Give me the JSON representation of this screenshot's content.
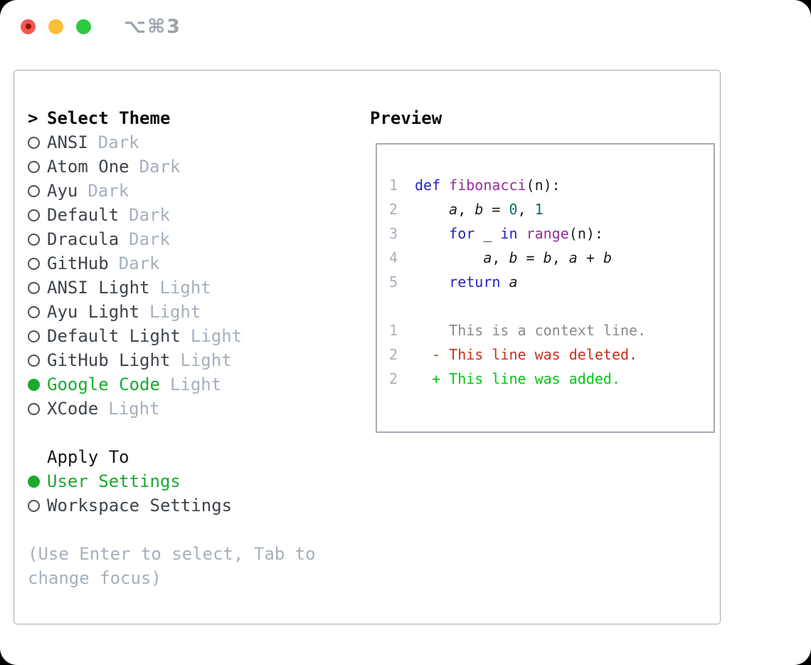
{
  "window": {
    "shortcut": "⌥⌘3"
  },
  "colors": {
    "accent_green": "#1baa2f",
    "added_green": "#00c714",
    "deleted_red": "#c5311d",
    "keyword_blue": "#2323c8",
    "function_purple": "#962d96",
    "literal_teal": "#0b6a66",
    "muted_gray": "#a6b0bd",
    "text_dark": "#3e444b",
    "context_gray": "#8a8a8a",
    "border_gray": "#a3acb6",
    "traffic_red": "#f4574d",
    "traffic_yellow": "#fcbe39",
    "traffic_green": "#2ec940"
  },
  "theme_selector": {
    "prompt": ">",
    "title": "Select Theme",
    "items": [
      {
        "name": "ANSI",
        "variant": "Dark",
        "selected": false
      },
      {
        "name": "Atom One",
        "variant": "Dark",
        "selected": false
      },
      {
        "name": "Ayu",
        "variant": "Dark",
        "selected": false
      },
      {
        "name": "Default",
        "variant": "Dark",
        "selected": false
      },
      {
        "name": "Dracula",
        "variant": "Dark",
        "selected": false
      },
      {
        "name": "GitHub",
        "variant": "Dark",
        "selected": false
      },
      {
        "name": "ANSI Light",
        "variant": "Light",
        "selected": false
      },
      {
        "name": "Ayu Light",
        "variant": "Light",
        "selected": false
      },
      {
        "name": "Default Light",
        "variant": "Light",
        "selected": false
      },
      {
        "name": "GitHub Light",
        "variant": "Light",
        "selected": false
      },
      {
        "name": "Google Code",
        "variant": "Light",
        "selected": true
      },
      {
        "name": "XCode",
        "variant": "Light",
        "selected": false
      }
    ]
  },
  "apply_to": {
    "title": "Apply To",
    "options": [
      {
        "label": "User Settings",
        "selected": true
      },
      {
        "label": "Workspace Settings",
        "selected": false
      }
    ]
  },
  "hint_lines": [
    "(Use Enter to select, Tab to",
    "change focus)"
  ],
  "preview": {
    "title": "Preview",
    "code_lines": [
      {
        "num": "1",
        "segments": [
          {
            "text": "def",
            "style": "keyword"
          },
          {
            "text": " ",
            "style": "plain"
          },
          {
            "text": "fibonacci",
            "style": "function"
          },
          {
            "text": "(n):",
            "style": "plain"
          }
        ]
      },
      {
        "num": "2",
        "segments": [
          {
            "text": "    ",
            "style": "plain"
          },
          {
            "text": "a",
            "style": "variable"
          },
          {
            "text": ", ",
            "style": "plain"
          },
          {
            "text": "b",
            "style": "variable"
          },
          {
            "text": " = ",
            "style": "plain"
          },
          {
            "text": "0",
            "style": "literal"
          },
          {
            "text": ", ",
            "style": "plain"
          },
          {
            "text": "1",
            "style": "literal"
          }
        ]
      },
      {
        "num": "3",
        "segments": [
          {
            "text": "    ",
            "style": "plain"
          },
          {
            "text": "for",
            "style": "keyword"
          },
          {
            "text": " _ ",
            "style": "plain"
          },
          {
            "text": "in",
            "style": "keyword"
          },
          {
            "text": " ",
            "style": "plain"
          },
          {
            "text": "range",
            "style": "function"
          },
          {
            "text": "(n):",
            "style": "plain"
          }
        ]
      },
      {
        "num": "4",
        "segments": [
          {
            "text": "        ",
            "style": "plain"
          },
          {
            "text": "a",
            "style": "variable"
          },
          {
            "text": ", ",
            "style": "plain"
          },
          {
            "text": "b",
            "style": "variable"
          },
          {
            "text": " = ",
            "style": "plain"
          },
          {
            "text": "b",
            "style": "variable"
          },
          {
            "text": ", ",
            "style": "plain"
          },
          {
            "text": "a",
            "style": "variable"
          },
          {
            "text": " + ",
            "style": "plain"
          },
          {
            "text": "b",
            "style": "variable"
          }
        ]
      },
      {
        "num": "5",
        "segments": [
          {
            "text": "    ",
            "style": "plain"
          },
          {
            "text": "return",
            "style": "keyword"
          },
          {
            "text": " ",
            "style": "plain"
          },
          {
            "text": "a",
            "style": "variable"
          }
        ]
      },
      {
        "num": "",
        "segments": []
      },
      {
        "num": "1",
        "segments": [
          {
            "text": "    This is a context line.",
            "style": "context"
          }
        ]
      },
      {
        "num": "2",
        "segments": [
          {
            "text": "  - This line was deleted.",
            "style": "deleted"
          }
        ]
      },
      {
        "num": "2",
        "segments": [
          {
            "text": "  + This line was added.",
            "style": "added"
          }
        ]
      }
    ]
  }
}
